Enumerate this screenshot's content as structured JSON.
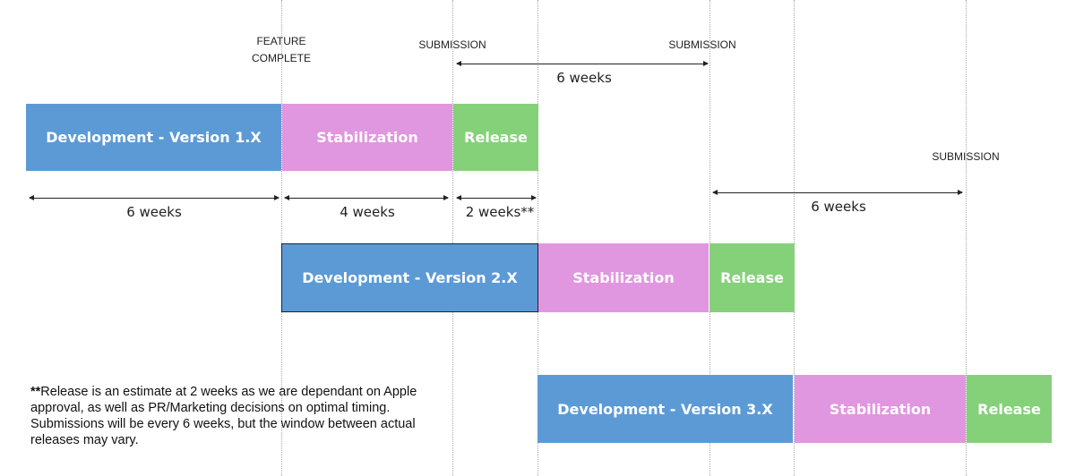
{
  "milestones": {
    "feature_complete_line1": "FEATURE",
    "feature_complete_line2": "COMPLETE",
    "submission_1": "SUBMISSION",
    "submission_2": "SUBMISSION",
    "submission_3": "SUBMISSION"
  },
  "version_1": {
    "development": "Development  - Version 1.X",
    "stabilization": "Stabilization",
    "release": "Release"
  },
  "version_2": {
    "development": "Development  - Version 2.X",
    "stabilization": "Stabilization",
    "release": "Release"
  },
  "version_3": {
    "development": "Development  - Version 3.X",
    "stabilization": "Stabilization",
    "release": "Release"
  },
  "durations": {
    "submission_interval_top": "6 weeks",
    "development": "6 weeks",
    "stabilization": "4 weeks",
    "release": "2 weeks**",
    "submission_interval_right": "6 weeks"
  },
  "footnote": {
    "marker": "**",
    "text": "Release is an estimate at 2 weeks  as we are dependant on Apple approval, as well as PR/Marketing decisions on optimal timing.  Submissions will be every 6 weeks, but the window between actual releases may vary."
  },
  "colors": {
    "development": "#5c9ad6",
    "stabilization": "#e196e0",
    "release": "#85d179"
  }
}
